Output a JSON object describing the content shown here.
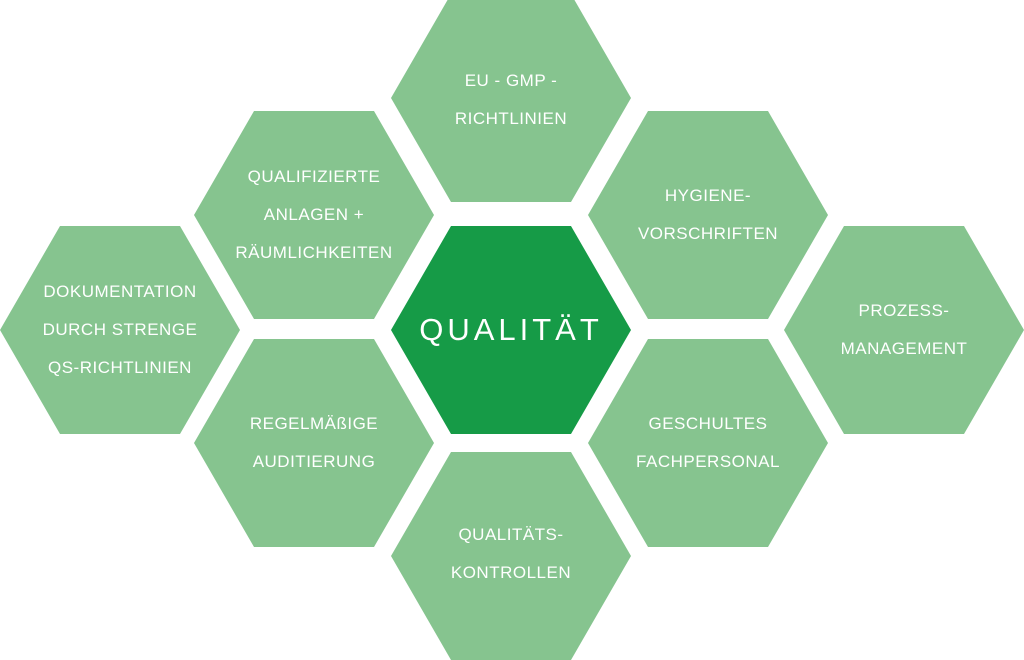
{
  "colors": {
    "outer_hex": "#86c48f",
    "center_hex": "#169b47",
    "text": "#ffffff"
  },
  "center": {
    "lines": [
      "QUALITÄT"
    ]
  },
  "hexagons": [
    {
      "id": "eu-gmp",
      "lines": [
        "EU - GMP -",
        "RICHTLINIEN"
      ]
    },
    {
      "id": "qualifizierte-anlagen",
      "lines": [
        "QUALIFIZIERTE",
        "ANLAGEN +",
        "RÄUMLICHKEITEN"
      ]
    },
    {
      "id": "hygiene",
      "lines": [
        "HYGIENE-",
        "VORSCHRIFTEN"
      ]
    },
    {
      "id": "dokumentation",
      "lines": [
        "DOKUMENTATION",
        "DURCH STRENGE",
        "QS-RICHTLINIEN"
      ]
    },
    {
      "id": "prozess-management",
      "lines": [
        "PROZESS-",
        "MANAGEMENT"
      ]
    },
    {
      "id": "regelmaessige-auditierung",
      "lines": [
        "REGELMÄßIGE",
        "AUDITIERUNG"
      ]
    },
    {
      "id": "geschultes-fachpersonal",
      "lines": [
        "GESCHULTES",
        "FACHPERSONAL"
      ]
    },
    {
      "id": "qualitaetskontrollen",
      "lines": [
        "QUALITÄTS-",
        "KONTROLLEN"
      ]
    }
  ]
}
